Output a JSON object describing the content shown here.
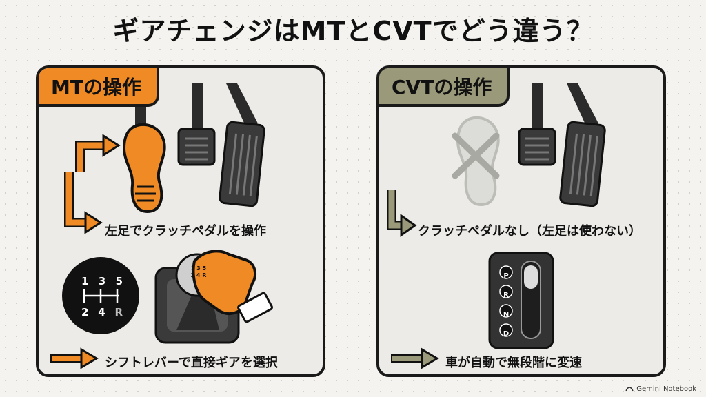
{
  "title": "ギアチェンジはMTとCVTでどう違う？",
  "colors": {
    "mt_accent": "#f08a24",
    "cvt_accent": "#9a9a7a",
    "dark": "#1a1a1a"
  },
  "panels": {
    "mt": {
      "tag": "MTの操作",
      "caption_pedal": "左足でクラッチペダルを操作",
      "caption_shift": "シフトレバーで直接ギアを選択",
      "shift_pattern": {
        "top": [
          "1",
          "3",
          "5"
        ],
        "bottom": [
          "2",
          "4",
          "R"
        ]
      },
      "knob_pattern": {
        "top": "1 3 5",
        "bottom": "2 4 R"
      }
    },
    "cvt": {
      "tag": "CVTの操作",
      "caption_pedal": "クラッチペダルなし（左足は使わない）",
      "caption_shift": "車が自動で無段階に変速",
      "gears": [
        "P",
        "R",
        "N",
        "D"
      ]
    }
  },
  "footer": {
    "brand": "Gemini Notebook"
  }
}
